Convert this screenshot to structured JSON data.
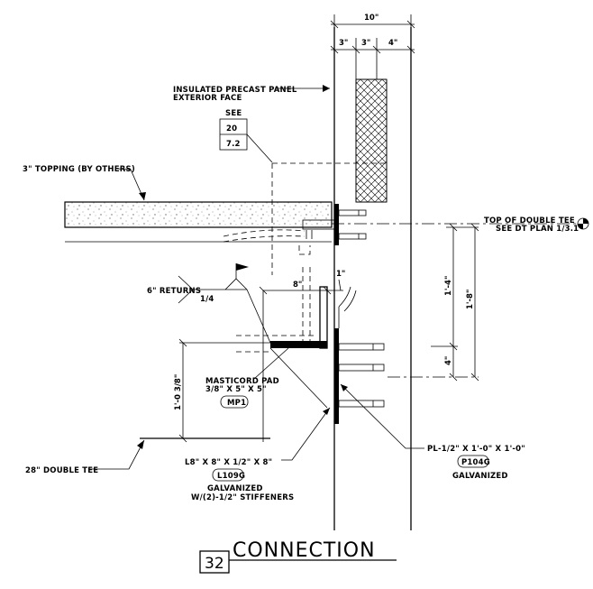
{
  "drawing": {
    "title": "CONNECTION",
    "detail_number": "32"
  },
  "labels": {
    "panel_line1": "INSULATED PRECAST PANEL",
    "panel_line2": "EXTERIOR FACE",
    "see_label": "SEE",
    "see_top": "20",
    "see_bottom": "7.2",
    "topping": "3\" TOPPING (BY OTHERS)",
    "top_dt_line1": "TOP OF DOUBLE TEE",
    "top_dt_line2": "SEE DT PLAN 1/3.1",
    "returns": "6\" RETURNS",
    "weld_size": "1/4",
    "masticord_line1": "MASTICORD PAD",
    "masticord_line2": "3/8\" X 5\" X 5\"",
    "masticord_tag": "MP1",
    "double_tee": "28\" DOUBLE TEE",
    "angle_line1": "L8\" X 8\" X 1/2\" X 8\"",
    "angle_tag": "L109G",
    "angle_line2": "GALVANIZED",
    "angle_line3": "W/(2)-1/2\" STIFFENERS",
    "plate_line1": "PL-1/2\" X 1'-0\" X 1'-0\"",
    "plate_tag": "P104G",
    "plate_line2": "GALVANIZED"
  },
  "dimensions": {
    "overall_width": "10\"",
    "seg_a": "3\"",
    "seg_b": "3\"",
    "seg_c": "4\"",
    "angle_leg": "8\"",
    "gap": "1\"",
    "vert_a": "1'-4\"",
    "vert_b": "1'-8\"",
    "vert_c": "4\"",
    "pad_height": "1'-0 3/8\""
  }
}
